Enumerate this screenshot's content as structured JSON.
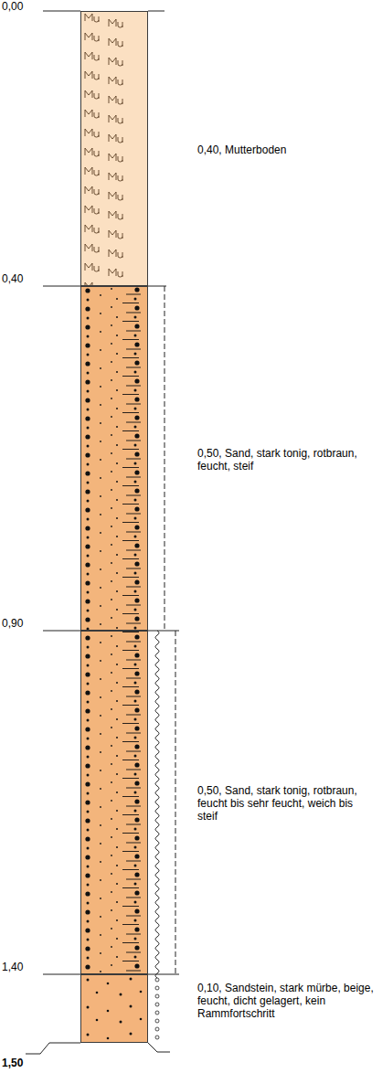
{
  "diagram": {
    "nodes": [
      {
        "text": [
          "0,40, Mutterboden"
        ]
      },
      {
        "text": [
          "0,50, Sand, stark tonig, rotbraun, feucht, steif"
        ]
      },
      {
        "text": [
          "0,50, Sand, stark tonig, rotbraun, feucht bis sehr feucht, weich bis steif"
        ]
      },
      {
        "text": [
          "0,10, Sandstein, stark mürbe, beige, feucht, dicht gelagert, kein Rammfortschritt"
        ]
      }
    ],
    "labels": [
      "0,00",
      "0,40",
      "0,90",
      "1,40",
      "1,50"
    ]
  }
}
